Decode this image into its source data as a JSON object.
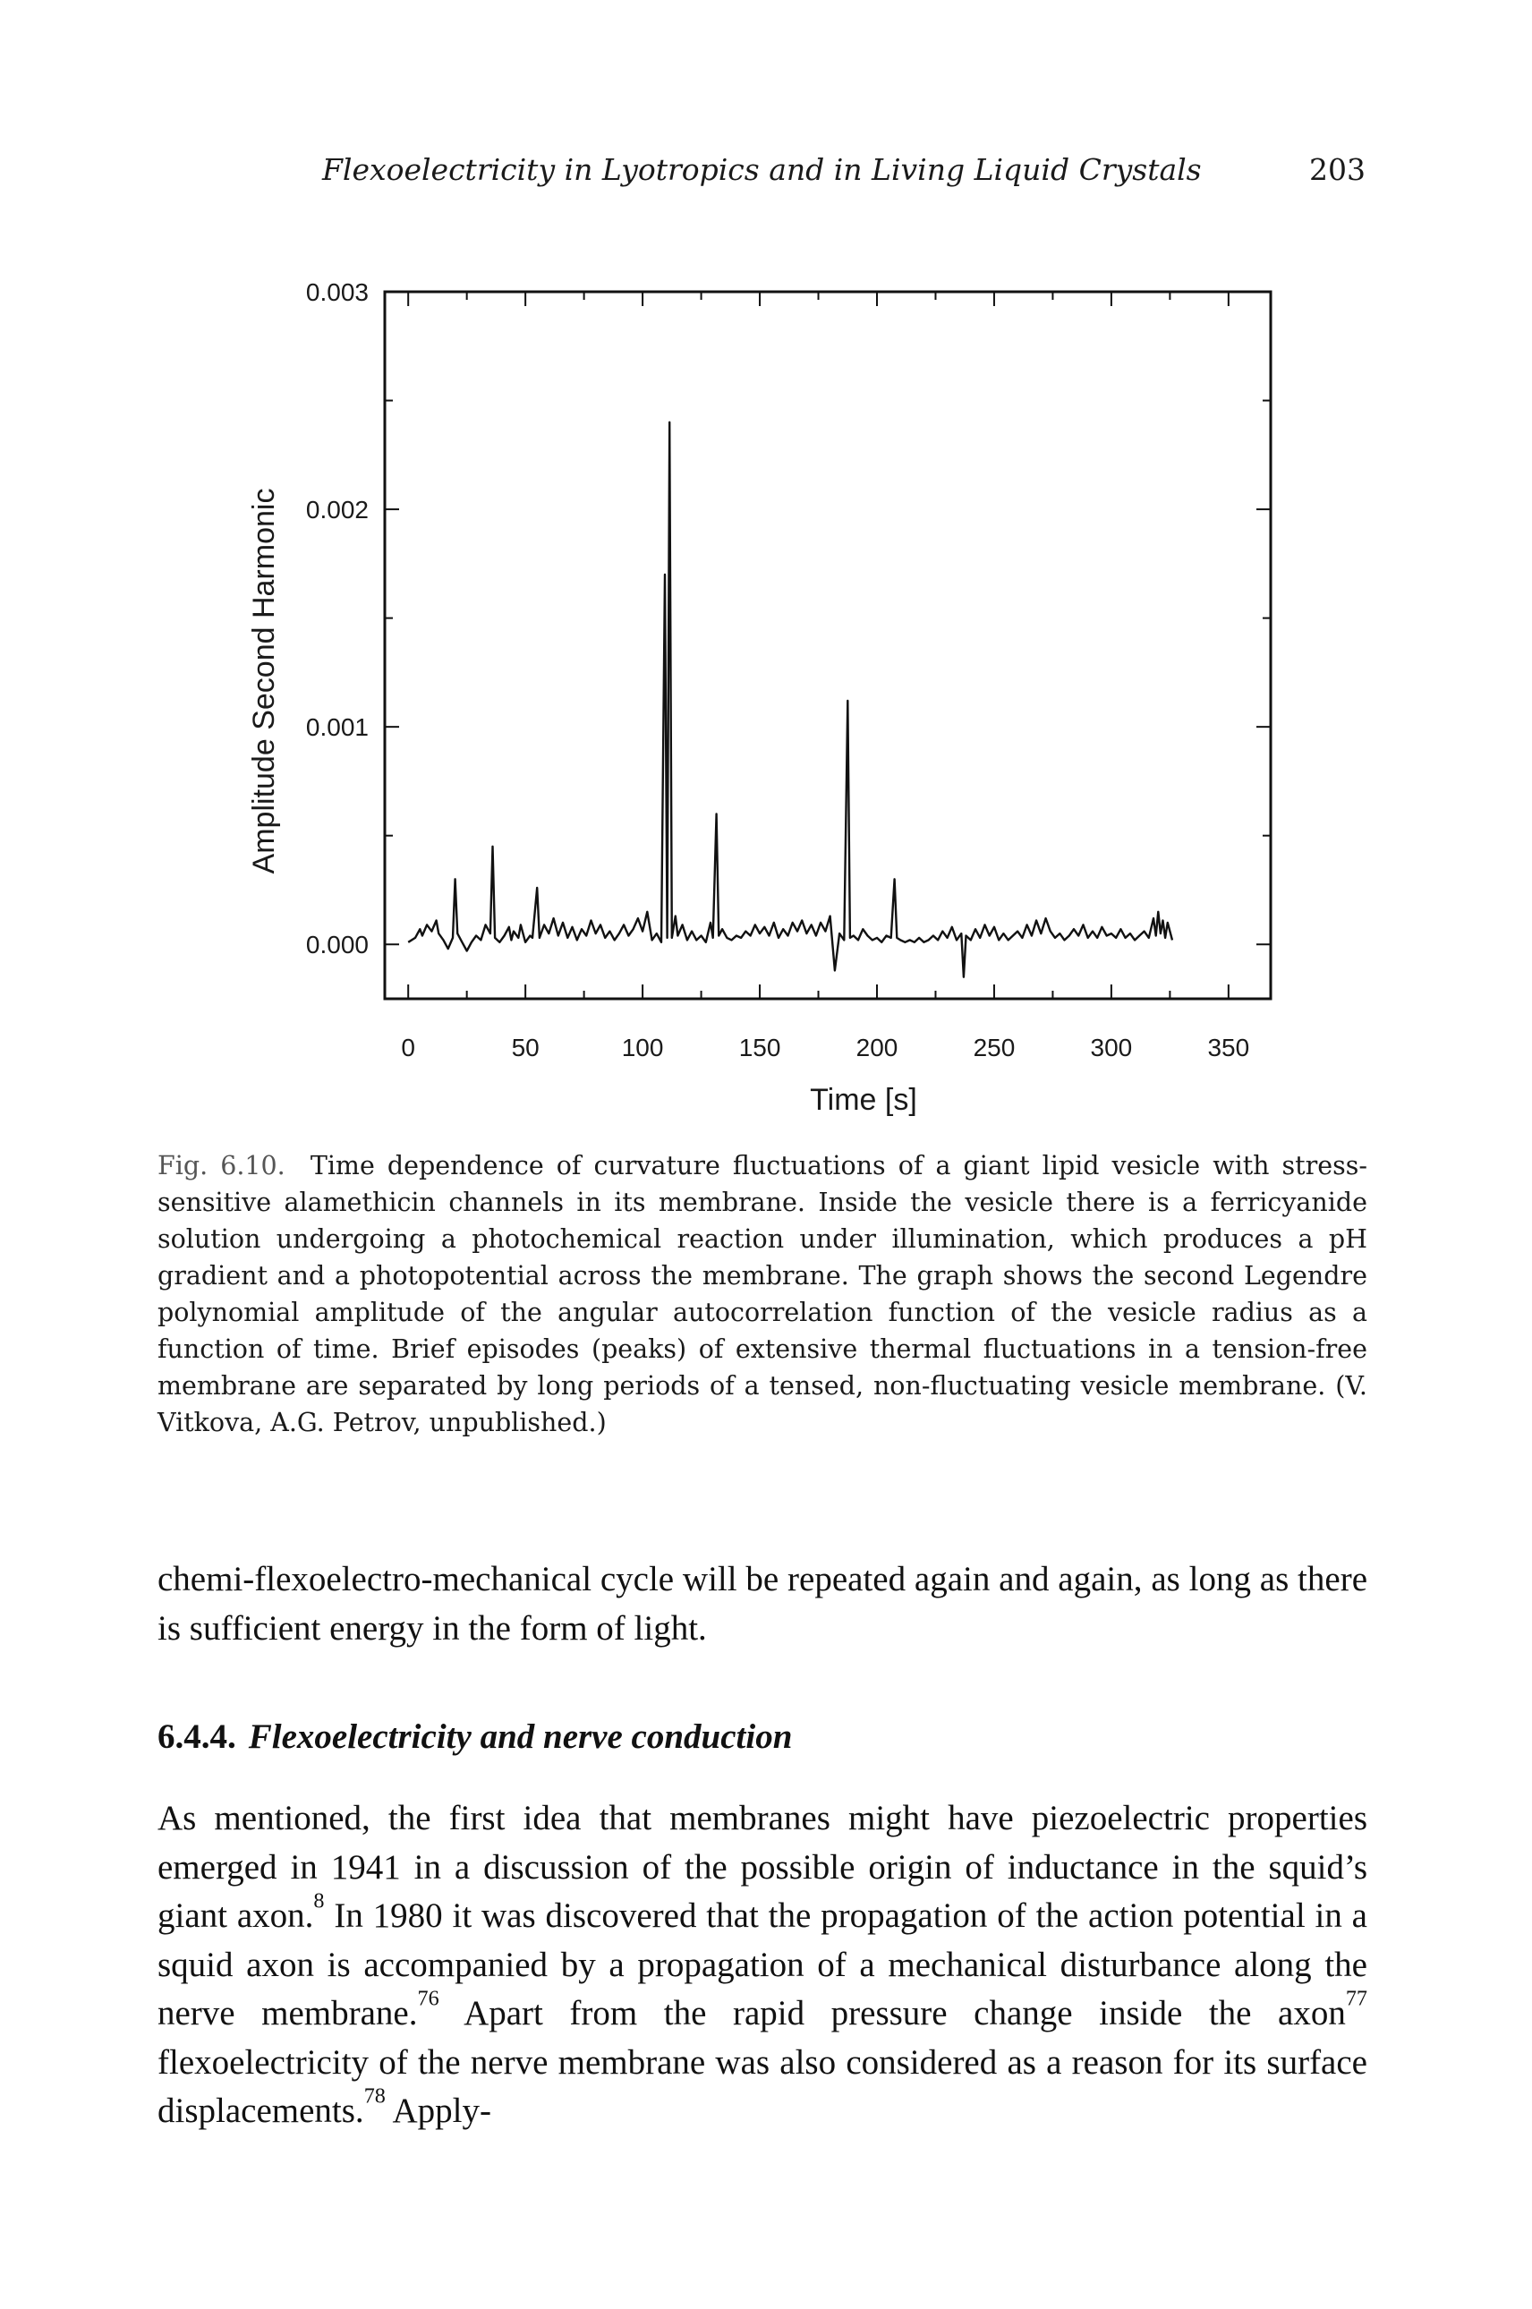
{
  "header": {
    "running_title": "Flexoelectricity in Lyotropics and in Living Liquid Crystals",
    "page_number": "203"
  },
  "chart_data": {
    "type": "line",
    "xlabel": "Time [s]",
    "ylabel": "Amplitude Second Harmonic",
    "xlim": [
      -10,
      368
    ],
    "ylim": [
      -0.00025,
      0.003
    ],
    "x_ticks": [
      0,
      50,
      100,
      150,
      200,
      250,
      300,
      350
    ],
    "x_tick_labels": [
      "0",
      "50",
      "100",
      "150",
      "200",
      "250",
      "300",
      "350"
    ],
    "y_ticks": [
      0.0,
      0.001,
      0.002,
      0.003
    ],
    "y_tick_labels": [
      "0.000",
      "0.001",
      "0.002",
      "0.003"
    ],
    "grid": false,
    "legend": false,
    "series": [
      {
        "color": "#111111",
        "points": [
          [
            0,
            1e-05
          ],
          [
            3,
            3e-05
          ],
          [
            5,
            7e-05
          ],
          [
            6,
            4e-05
          ],
          [
            8,
            9e-05
          ],
          [
            10,
            6e-05
          ],
          [
            12,
            0.00011
          ],
          [
            13,
            5e-05
          ],
          [
            15,
            2e-05
          ],
          [
            17,
            -2e-05
          ],
          [
            19,
            3e-05
          ],
          [
            20,
            0.0003
          ],
          [
            21,
            5e-05
          ],
          [
            23,
            1e-05
          ],
          [
            25,
            -3e-05
          ],
          [
            27,
            1e-05
          ],
          [
            29,
            4e-05
          ],
          [
            31,
            2e-05
          ],
          [
            33,
            9e-05
          ],
          [
            35,
            5e-05
          ],
          [
            36,
            0.00045
          ],
          [
            37,
            3e-05
          ],
          [
            39,
            1e-05
          ],
          [
            41,
            4e-05
          ],
          [
            43,
            8e-05
          ],
          [
            44,
            2e-05
          ],
          [
            45,
            6e-05
          ],
          [
            47,
            3e-05
          ],
          [
            48,
            9e-05
          ],
          [
            50,
            1e-05
          ],
          [
            52,
            4e-05
          ],
          [
            53,
            3e-05
          ],
          [
            55,
            0.00026
          ],
          [
            56,
            3e-05
          ],
          [
            58,
            9e-05
          ],
          [
            60,
            5e-05
          ],
          [
            62,
            0.00012
          ],
          [
            64,
            4e-05
          ],
          [
            66,
            0.0001
          ],
          [
            68,
            3e-05
          ],
          [
            70,
            8e-05
          ],
          [
            72,
            2e-05
          ],
          [
            74,
            7e-05
          ],
          [
            76,
            4e-05
          ],
          [
            78,
            0.00011
          ],
          [
            80,
            5e-05
          ],
          [
            82,
            9e-05
          ],
          [
            84,
            3e-05
          ],
          [
            86,
            6e-05
          ],
          [
            88,
            2e-05
          ],
          [
            90,
            5e-05
          ],
          [
            92,
            9e-05
          ],
          [
            94,
            4e-05
          ],
          [
            96,
            7e-05
          ],
          [
            98,
            0.00012
          ],
          [
            100,
            6e-05
          ],
          [
            102,
            0.00015
          ],
          [
            104,
            2e-05
          ],
          [
            106,
            5e-05
          ],
          [
            108,
            1e-05
          ],
          [
            109.5,
            0.0017
          ],
          [
            110.5,
            3e-05
          ],
          [
            111.5,
            0.0024
          ],
          [
            112.5,
            3e-05
          ],
          [
            114,
            0.00013
          ],
          [
            115,
            4e-05
          ],
          [
            117,
            9e-05
          ],
          [
            119,
            2e-05
          ],
          [
            121,
            6e-05
          ],
          [
            123,
            2e-05
          ],
          [
            125,
            4e-05
          ],
          [
            127,
            1e-05
          ],
          [
            129,
            0.0001
          ],
          [
            130,
            3e-05
          ],
          [
            131.5,
            0.0006
          ],
          [
            132.5,
            4e-05
          ],
          [
            134,
            7e-05
          ],
          [
            136,
            3e-05
          ],
          [
            138,
            2e-05
          ],
          [
            140,
            4e-05
          ],
          [
            142,
            3e-05
          ],
          [
            144,
            6e-05
          ],
          [
            146,
            4e-05
          ],
          [
            148,
            9e-05
          ],
          [
            150,
            5e-05
          ],
          [
            152,
            8e-05
          ],
          [
            154,
            4e-05
          ],
          [
            156,
            0.0001
          ],
          [
            158,
            3e-05
          ],
          [
            160,
            7e-05
          ],
          [
            162,
            4e-05
          ],
          [
            164,
            0.0001
          ],
          [
            166,
            6e-05
          ],
          [
            168,
            0.00011
          ],
          [
            170,
            5e-05
          ],
          [
            172,
            9e-05
          ],
          [
            174,
            4e-05
          ],
          [
            176,
            0.0001
          ],
          [
            178,
            6e-05
          ],
          [
            180,
            0.00013
          ],
          [
            182,
            -0.00012
          ],
          [
            184,
            5e-05
          ],
          [
            186,
            2e-05
          ],
          [
            187.5,
            0.00112
          ],
          [
            188.5,
            3e-05
          ],
          [
            190,
            4e-05
          ],
          [
            192,
            2e-05
          ],
          [
            194,
            7e-05
          ],
          [
            196,
            4e-05
          ],
          [
            198,
            2e-05
          ],
          [
            200,
            3e-05
          ],
          [
            202,
            1e-05
          ],
          [
            204,
            4e-05
          ],
          [
            206,
            3e-05
          ],
          [
            207.5,
            0.0003
          ],
          [
            208.5,
            3e-05
          ],
          [
            210,
            2e-05
          ],
          [
            212,
            1e-05
          ],
          [
            214,
            2e-05
          ],
          [
            216,
            1e-05
          ],
          [
            218,
            3e-05
          ],
          [
            220,
            1e-05
          ],
          [
            222,
            2e-05
          ],
          [
            224,
            4e-05
          ],
          [
            226,
            2e-05
          ],
          [
            228,
            6e-05
          ],
          [
            230,
            3e-05
          ],
          [
            232,
            8e-05
          ],
          [
            234,
            2e-05
          ],
          [
            236,
            5e-05
          ],
          [
            237,
            -0.00015
          ],
          [
            238,
            4e-05
          ],
          [
            240,
            2e-05
          ],
          [
            242,
            7e-05
          ],
          [
            244,
            3e-05
          ],
          [
            246,
            9e-05
          ],
          [
            248,
            4e-05
          ],
          [
            250,
            8e-05
          ],
          [
            252,
            2e-05
          ],
          [
            254,
            5e-05
          ],
          [
            256,
            2e-05
          ],
          [
            258,
            4e-05
          ],
          [
            260,
            6e-05
          ],
          [
            262,
            3e-05
          ],
          [
            264,
            9e-05
          ],
          [
            266,
            4e-05
          ],
          [
            268,
            0.00011
          ],
          [
            270,
            5e-05
          ],
          [
            272,
            0.00012
          ],
          [
            274,
            6e-05
          ],
          [
            276,
            3e-05
          ],
          [
            278,
            5e-05
          ],
          [
            280,
            2e-05
          ],
          [
            282,
            4e-05
          ],
          [
            284,
            7e-05
          ],
          [
            286,
            4e-05
          ],
          [
            288,
            9e-05
          ],
          [
            290,
            3e-05
          ],
          [
            292,
            6e-05
          ],
          [
            294,
            3e-05
          ],
          [
            296,
            8e-05
          ],
          [
            298,
            4e-05
          ],
          [
            300,
            5e-05
          ],
          [
            302,
            3e-05
          ],
          [
            304,
            7e-05
          ],
          [
            306,
            3e-05
          ],
          [
            308,
            5e-05
          ],
          [
            310,
            2e-05
          ],
          [
            312,
            4e-05
          ],
          [
            314,
            6e-05
          ],
          [
            316,
            3e-05
          ],
          [
            318,
            0.00012
          ],
          [
            319,
            4e-05
          ],
          [
            320,
            0.00015
          ],
          [
            321,
            5e-05
          ],
          [
            322,
            0.00011
          ],
          [
            323,
            3e-05
          ],
          [
            324,
            0.0001
          ],
          [
            326,
            2e-05
          ]
        ]
      }
    ]
  },
  "figure_caption": {
    "label": "Fig. 6.10.",
    "text": "Time dependence of curvature fluctuations of a giant lipid vesicle with stress-sensitive alamethicin channels in its membrane. Inside the vesicle there is a ferricyanide solution undergoing a photochemical reaction under illumination, which produces a pH gradient and a photopotential across the membrane. The graph shows the second Legendre polynomial amplitude of the angular autocorrelation function of the vesicle radius as a function of time. Brief episodes (peaks) of extensive thermal fluctuations in a tension-free membrane are separated by long periods of a tensed, non-fluctuating vesicle membrane. (V. Vitkova, A.G. Petrov, unpublished.)"
  },
  "body": {
    "continuation": "chemi-flexoelectro-mechanical cycle will be repeated again and again, as long as there is sufficient energy in the form of light.",
    "section_number": "6.4.4.",
    "section_title": "Flexoelectricity and nerve conduction",
    "p1": "As mentioned, the first idea that membranes might have piezoelectric properties emerged in 1941 in a discussion of the possible origin of inductance in the squid’s giant axon.",
    "ref1": "8",
    "p2": " In 1980 it was discovered that the propagation of the action potential in a squid axon is accompanied by a propagation of a mechanical disturbance along the nerve membrane.",
    "ref2": "76",
    "p3": " Apart from the rapid pressure change inside the axon",
    "ref3": "77",
    "p4": " flexoelectricity of the nerve membrane was also considered as a reason for its surface displacements.",
    "ref4": "78",
    "p5": " Apply-"
  }
}
